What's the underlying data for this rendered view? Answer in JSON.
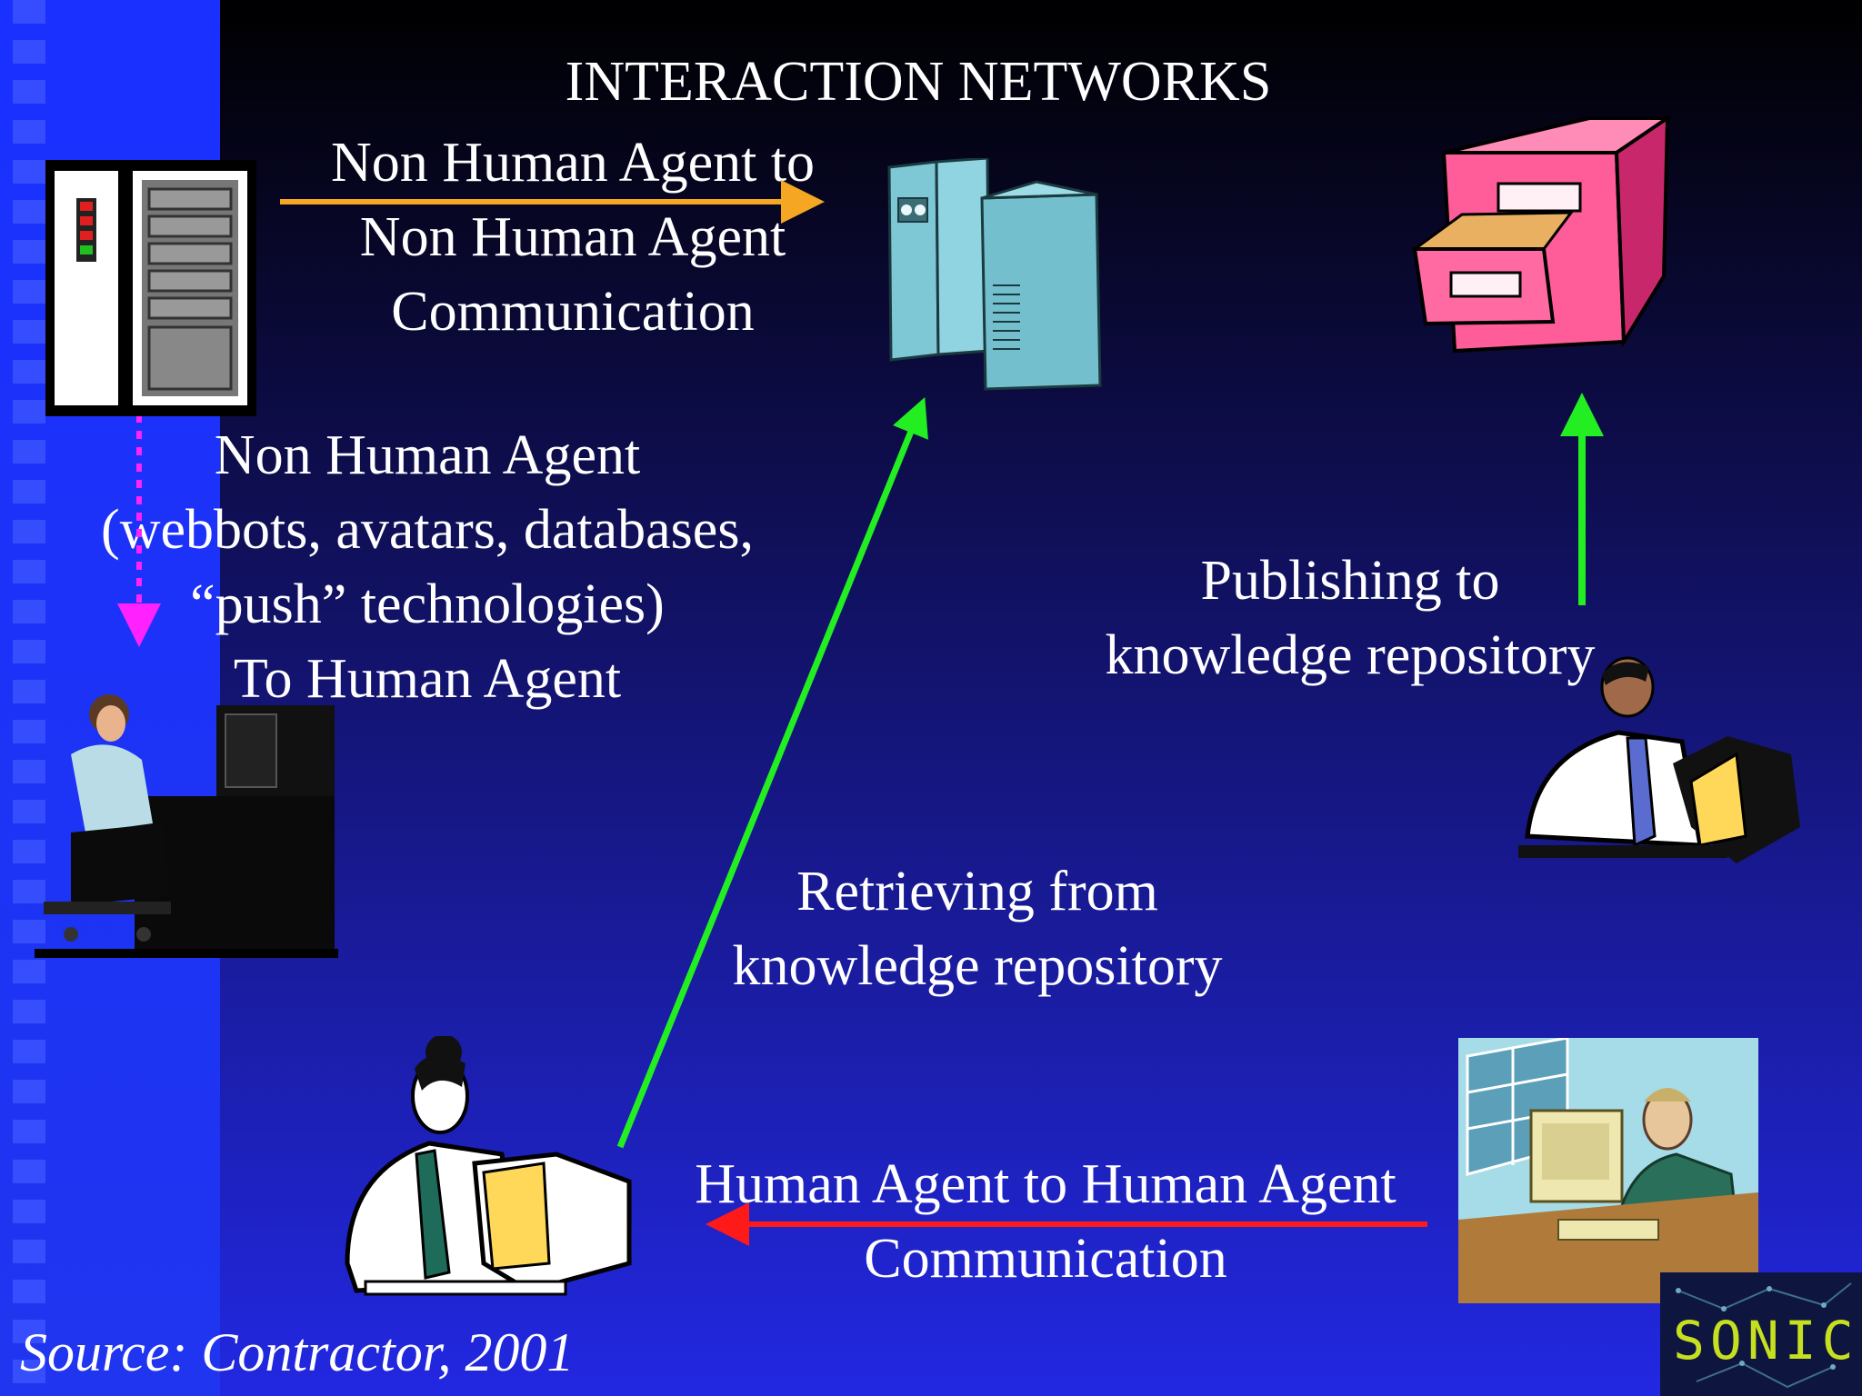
{
  "title": "INTERACTION NETWORKS",
  "labels": {
    "non_human_to_non_human": [
      "Non Human Agent to",
      "Non Human Agent",
      "Communication"
    ],
    "non_human_to_human": [
      "Non Human Agent",
      "(webbots, avatars, databases,",
      "“push” technologies)",
      "To Human Agent"
    ],
    "publishing": [
      "Publishing to",
      "knowledge repository"
    ],
    "retrieving": [
      "Retrieving from",
      "knowledge repository"
    ],
    "human_to_human": [
      "Human Agent to Human Agent",
      "Communication"
    ]
  },
  "source": "Source: Contractor, 2001",
  "logo_text": "SONIC",
  "colors": {
    "orange_arrow": "#f5a623",
    "magenta_arrow": "#ff22ff",
    "green_arrow": "#22ee22",
    "red_arrow": "#ff1a1a",
    "server_teal": "#7ec8d6",
    "cabinet_pink": "#ff5c9a"
  },
  "icons": [
    "server-tower-icon",
    "mainframe-icon",
    "file-cabinet-icon",
    "woman-at-desk-icon",
    "man-at-computer-icon",
    "woman-at-computer-icon",
    "man-at-desk-icon",
    "sonic-logo"
  ]
}
